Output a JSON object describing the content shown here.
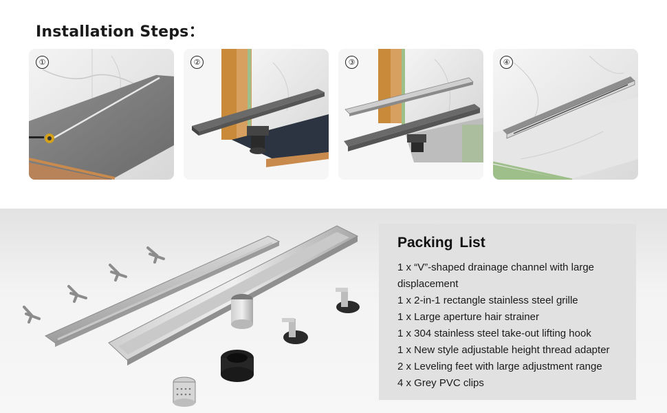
{
  "header": {
    "title": "Installation Steps："
  },
  "steps": [
    {
      "number": "①"
    },
    {
      "number": "②"
    },
    {
      "number": "③"
    },
    {
      "number": "④"
    }
  ],
  "packing_list": {
    "title": "Packing  List",
    "items": [
      "1 x “V”-shaped drainage channel with large displacement",
      "1 x 2-in-1 rectangle stainless steel grille",
      "1 x Large aperture hair strainer",
      "1 x 304 stainless steel take-out lifting hook",
      "1 x New style adjustable height thread adapter",
      "2 x Leveling feet with large adjustment range",
      "4 x Grey PVC clips"
    ]
  },
  "colors": {
    "marble": "#e4e4e4",
    "concrete": "#7d7d7d",
    "wood": "#c98a3a",
    "steel": "#b9b9b9",
    "dark_steel": "#5a5a5a",
    "green_membrane": "#9fbf8a",
    "panel_bg": "#e1e1e1"
  }
}
